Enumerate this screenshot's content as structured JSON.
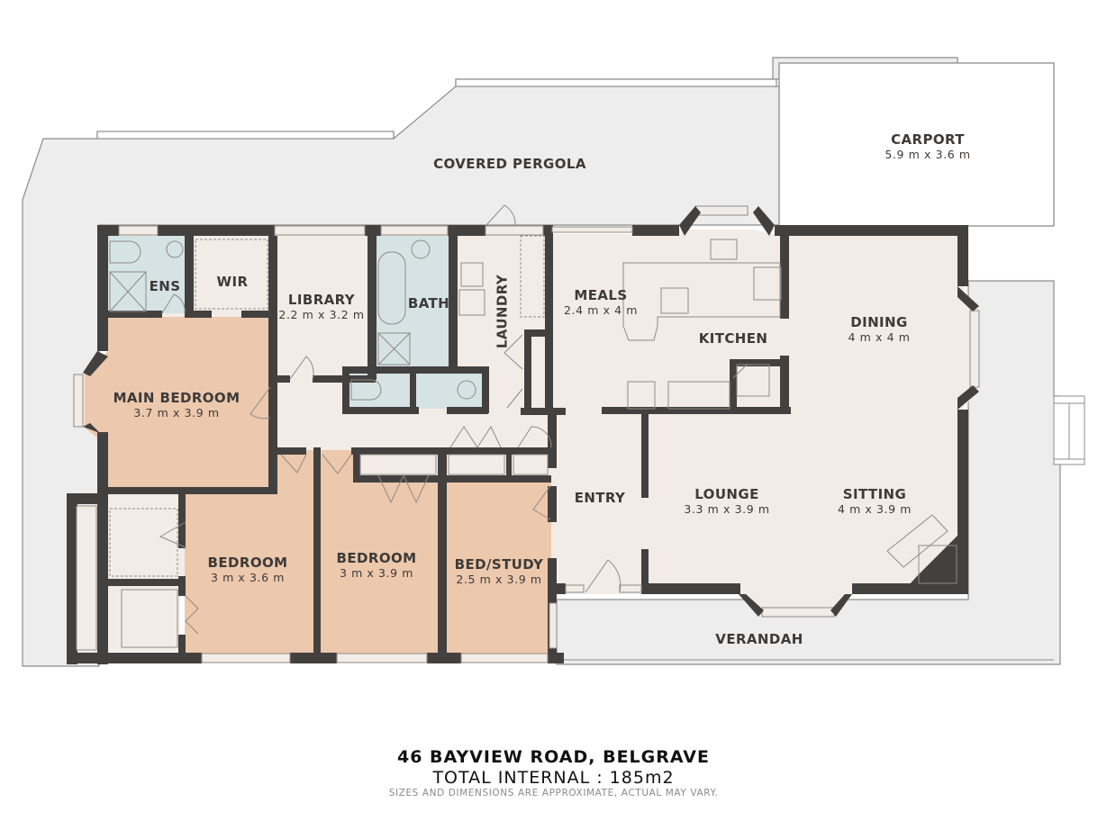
{
  "colors": {
    "wall": "#434140",
    "outdoor": "#ededed",
    "outdoor_line": "#8c8c8c",
    "living": "#f3ece6",
    "bedroom": "#ecc8ad",
    "wet": "#d5e3e4",
    "fixture_line": "#8f8a86",
    "label": "#3d3a38"
  },
  "rooms": {
    "covered_pergola": {
      "name": "COVERED PERGOLA"
    },
    "carport": {
      "name": "CARPORT",
      "dims": "5.9 m x 3.6 m"
    },
    "ens": {
      "name": "ENS"
    },
    "wir": {
      "name": "WIR"
    },
    "library": {
      "name": "LIBRARY",
      "dims": "2.2 m x 3.2 m"
    },
    "bath": {
      "name": "BATH"
    },
    "laundry": {
      "name": "LAUNDRY"
    },
    "meals": {
      "name": "MEALS",
      "dims": "2.4 m x 4 m"
    },
    "kitchen": {
      "name": "KITCHEN"
    },
    "dining": {
      "name": "DINING",
      "dims": "4 m x 4 m"
    },
    "main_bedroom": {
      "name": "MAIN BEDROOM",
      "dims": "3.7 m x 3.9 m"
    },
    "entry": {
      "name": "ENTRY"
    },
    "lounge": {
      "name": "LOUNGE",
      "dims": "3.3 m x 3.9 m"
    },
    "sitting": {
      "name": "SITTING",
      "dims": "4 m x 3.9 m"
    },
    "bedroom_1": {
      "name": "BEDROOM",
      "dims": "3 m x 3.6 m"
    },
    "bedroom_2": {
      "name": "BEDROOM",
      "dims": "3 m x 3.9 m"
    },
    "bed_study": {
      "name": "BED/STUDY",
      "dims": "2.5 m x 3.9 m"
    },
    "verandah": {
      "name": "VERANDAH"
    }
  },
  "footer": {
    "address": "46 BAYVIEW ROAD, BELGRAVE",
    "total": "TOTAL INTERNAL : 185m2",
    "disclaimer": "SIZES AND DIMENSIONS ARE APPROXIMATE, ACTUAL MAY VARY."
  }
}
